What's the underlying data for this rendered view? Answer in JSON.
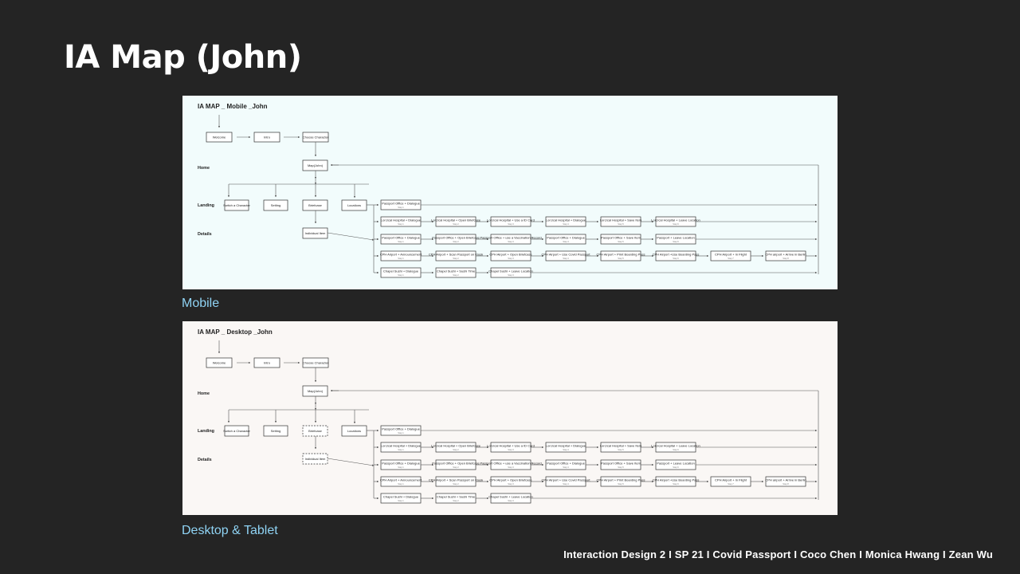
{
  "slide": {
    "title": "IA Map (John)",
    "footer": "Interaction Design 2  I  SP 21  I  Covid Passport  I  Coco Chen  I  Monica Hwang  I  Zean Wu"
  },
  "maps": [
    {
      "heading": "IA MAP _ Mobile _John",
      "caption": "Mobile",
      "background": "#f2fcfc"
    },
    {
      "heading": "IA MAP _ Desktop _John",
      "caption": "Desktop & Tablet",
      "background": "#faf7f5"
    }
  ],
  "rows": {
    "home": "Home",
    "landing": "Landing",
    "details": "Details"
  },
  "nodes": {
    "welcome": "Welcome",
    "intro": "Intro",
    "choose": "Choose Character",
    "map": "Map(John)",
    "switch": "Switch a Character",
    "setting": "Setting",
    "briefcase": "Briefcase",
    "locations": "Locations",
    "item": "Individual Item"
  },
  "story_rows": [
    [
      {
        "t": "Passport Office + Dialogue",
        "s": "Step 1"
      }
    ],
    [
      {
        "t": "Lorcrcal Hospital + Dialogue",
        "s": "Step 1"
      },
      {
        "t": "Lorcrcal Hospital + Open Briefcase",
        "s": "Step 2"
      },
      {
        "t": "Lorcrcal Hospital + Use a ID Card",
        "s": "Step 3"
      },
      {
        "t": "Lorcrcal Hospital + Dialogue",
        "s": "Step 4"
      },
      {
        "t": "Lorcrcal Hospital + Save Item",
        "s": "Step 5"
      },
      {
        "t": "Lorcrcal Hospital + Leave Location",
        "s": "Step 6"
      }
    ],
    [
      {
        "t": "Passport Office + Dialogue",
        "s": "Step 1"
      },
      {
        "t": "Passport Office + Open Briefcase",
        "s": "Step 2"
      },
      {
        "t": "Passport Office + use a Vaccination Record",
        "s": "Step 3"
      },
      {
        "t": "Passport Office + Dialogue",
        "s": "Step 4"
      },
      {
        "t": "Passport Office + Save Item",
        "s": "Step 5"
      },
      {
        "t": "Passport + Leave Location",
        "s": "Step 6"
      }
    ],
    [
      {
        "t": "CPH Airport + Announcement",
        "s": "Step 1"
      },
      {
        "t": "CPH Airport + Scan Passport on Kiosk",
        "s": "Step 2"
      },
      {
        "t": "CPH Airport + Open Briefcase",
        "s": "Step 3"
      },
      {
        "t": "CPH Airport + Use Covid Passport",
        "s": "Step 4"
      },
      {
        "t": "CPH Airport + Print Boarding Pass",
        "s": "Step 5"
      },
      {
        "t": "CPH Airport +Use Boarding Pass",
        "s": "Step 6"
      },
      {
        "t": "CPH Airport + In Flight",
        "s": "Step 7"
      },
      {
        "t": "CPH airport + Arrive in Berlin",
        "s": "Step 8"
      }
    ],
    [
      {
        "t": "Chapel Sushi + Dialogue",
        "s": "Step 1"
      },
      {
        "t": "Chapel Sushi + Sushi Time",
        "s": "Step 2"
      },
      {
        "t": "Chapel Sushi + Leave Location",
        "s": "Step 3"
      }
    ]
  ]
}
